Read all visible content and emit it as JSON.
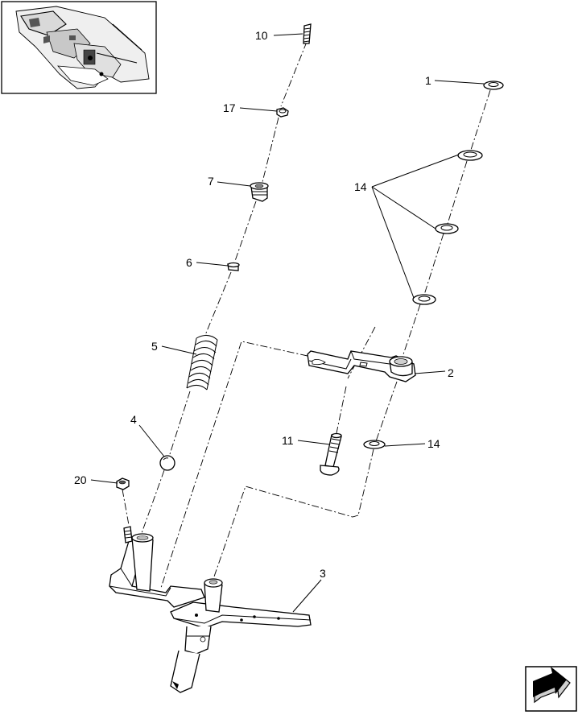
{
  "callouts": [
    {
      "id": "10",
      "label": "10"
    },
    {
      "id": "17",
      "label": "17"
    },
    {
      "id": "7",
      "label": "7"
    },
    {
      "id": "6",
      "label": "6"
    },
    {
      "id": "5",
      "label": "5"
    },
    {
      "id": "4",
      "label": "4"
    },
    {
      "id": "20",
      "label": "20"
    },
    {
      "id": "1",
      "label": "1"
    },
    {
      "id": "14a",
      "label": "14"
    },
    {
      "id": "2",
      "label": "2"
    },
    {
      "id": "11",
      "label": "11"
    },
    {
      "id": "14b",
      "label": "14"
    },
    {
      "id": "3",
      "label": "3"
    }
  ],
  "icons": {
    "overview": "machine-overview-thumbnail",
    "navigation": "next-page-arrow-icon"
  }
}
